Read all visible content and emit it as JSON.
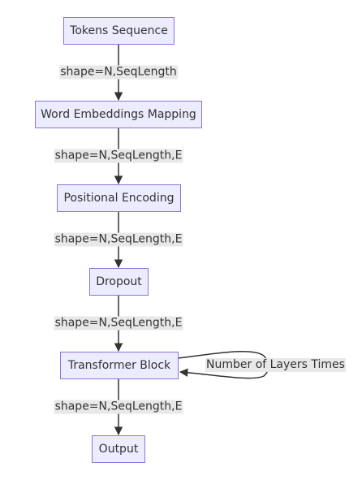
{
  "diagram": {
    "nodes": [
      {
        "id": "tokens",
        "label": "Tokens Sequence"
      },
      {
        "id": "embed",
        "label": "Word Embeddings Mapping"
      },
      {
        "id": "posenc",
        "label": "Positional Encoding"
      },
      {
        "id": "dropout",
        "label": "Dropout"
      },
      {
        "id": "transformer",
        "label": "Transformer Block"
      },
      {
        "id": "output",
        "label": "Output"
      }
    ],
    "edges": [
      {
        "from": "tokens",
        "to": "embed",
        "label": "shape=N,SeqLength"
      },
      {
        "from": "embed",
        "to": "posenc",
        "label": "shape=N,SeqLength,E"
      },
      {
        "from": "posenc",
        "to": "dropout",
        "label": "shape=N,SeqLength,E"
      },
      {
        "from": "dropout",
        "to": "transformer",
        "label": "shape=N,SeqLength,E"
      },
      {
        "from": "transformer",
        "to": "output",
        "label": "shape=N,SeqLength,E"
      }
    ],
    "loop": {
      "node": "transformer",
      "label": "Number of Layers Times"
    },
    "colors": {
      "node_fill": "#ECECFF",
      "node_border": "#9370DB",
      "edge": "#333333",
      "label_bg": "#e8e8e8",
      "text": "#333333"
    }
  }
}
